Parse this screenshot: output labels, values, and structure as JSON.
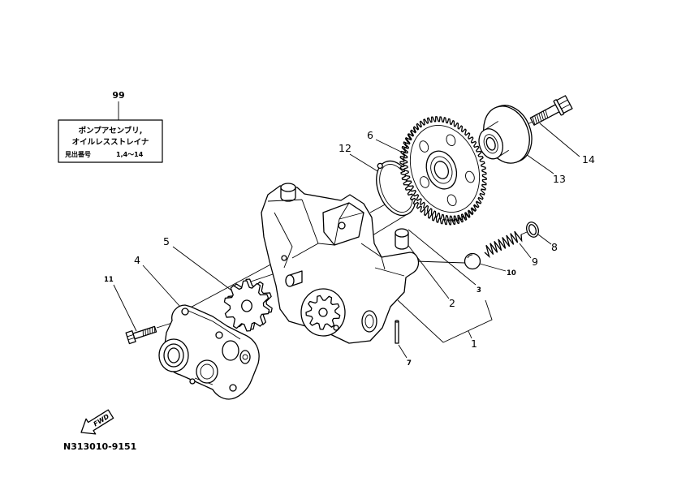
{
  "diagram": {
    "assembly_number": "99",
    "assembly_note": {
      "line1": "ポンプアセンブリ,",
      "line2": "オイルレスストレイナ",
      "ref_label": "見出番号",
      "ref_value": "1,4〜14"
    },
    "callouts": [
      "1",
      "2",
      "3",
      "4",
      "5",
      "6",
      "7",
      "8",
      "9",
      "10",
      "11",
      "12",
      "13",
      "14"
    ],
    "fwd_label": "FWD",
    "drawing_code": "N313010-9151"
  },
  "colors": {
    "line": "#000000",
    "background": "#ffffff"
  }
}
